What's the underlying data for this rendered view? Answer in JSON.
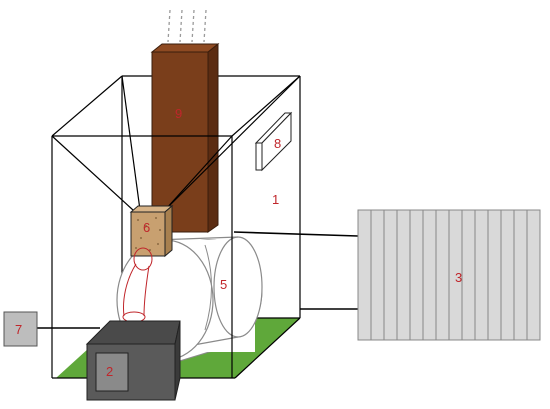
{
  "diagram": {
    "labels": {
      "room": "1",
      "box": "2",
      "radiator": "3",
      "drum": "5",
      "filter": "6",
      "panel": "7",
      "window": "8",
      "chimney": "9"
    },
    "colors": {
      "chimney": "#7a3e1b",
      "floor": "#5fa83a",
      "box": "#5a5a5a",
      "box_inner": "#8a8a8a",
      "radiator": "#d9d9d9",
      "panel": "#bdbdbd",
      "filter": "#c8a070",
      "label": "#c0262b"
    }
  }
}
